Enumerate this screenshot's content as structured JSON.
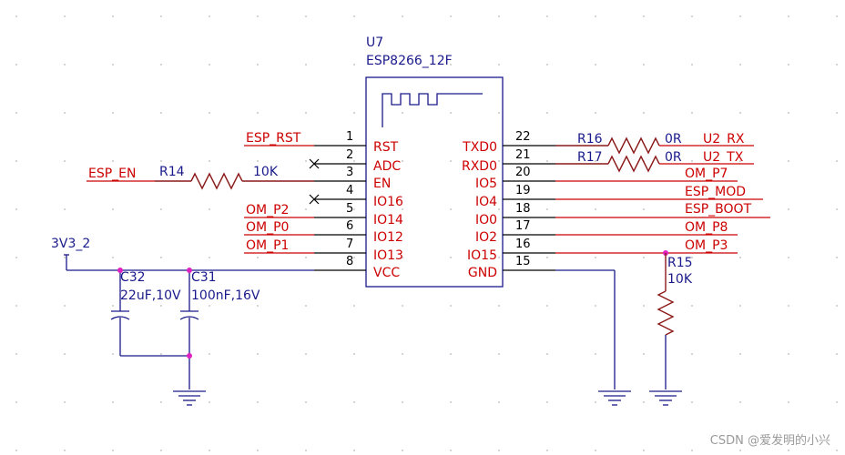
{
  "chip": {
    "ref": "U7",
    "part": "ESP8266_12F",
    "left_pins": [
      {
        "num": "1",
        "name": "RST",
        "net": "ESP_RST"
      },
      {
        "num": "2",
        "name": "ADC",
        "net": ""
      },
      {
        "num": "3",
        "name": "EN",
        "net": ""
      },
      {
        "num": "4",
        "name": "IO16",
        "net": ""
      },
      {
        "num": "5",
        "name": "IO14",
        "net": "OM_P2"
      },
      {
        "num": "6",
        "name": "IO12",
        "net": "OM_P0"
      },
      {
        "num": "7",
        "name": "IO13",
        "net": "OM_P1"
      },
      {
        "num": "8",
        "name": "VCC",
        "net": ""
      }
    ],
    "right_pins": [
      {
        "num": "22",
        "name": "TXD0",
        "net": "U2_RX"
      },
      {
        "num": "21",
        "name": "RXD0",
        "net": "U2_TX"
      },
      {
        "num": "20",
        "name": "IO5",
        "net": "OM_P7"
      },
      {
        "num": "19",
        "name": "IO4",
        "net": "ESP_MOD"
      },
      {
        "num": "18",
        "name": "IO0",
        "net": "ESP_BOOT"
      },
      {
        "num": "17",
        "name": "IO2",
        "net": "OM_P8"
      },
      {
        "num": "16",
        "name": "IO15",
        "net": "OM_P3"
      },
      {
        "num": "15",
        "name": "GND",
        "net": ""
      }
    ]
  },
  "resistors": {
    "r14": {
      "ref": "R14",
      "value": "10K"
    },
    "r15": {
      "ref": "R15",
      "value": "10K"
    },
    "r16": {
      "ref": "R16",
      "value": "0R"
    },
    "r17": {
      "ref": "R17",
      "value": "0R"
    }
  },
  "capacitors": {
    "c31": {
      "ref": "C31",
      "value": "100nF,16V"
    },
    "c32": {
      "ref": "C32",
      "value": "22uF,10V"
    }
  },
  "nets": {
    "power": "3V3_2",
    "esp_en": "ESP_EN"
  },
  "watermark": "CSDN @爱发明的小兴"
}
